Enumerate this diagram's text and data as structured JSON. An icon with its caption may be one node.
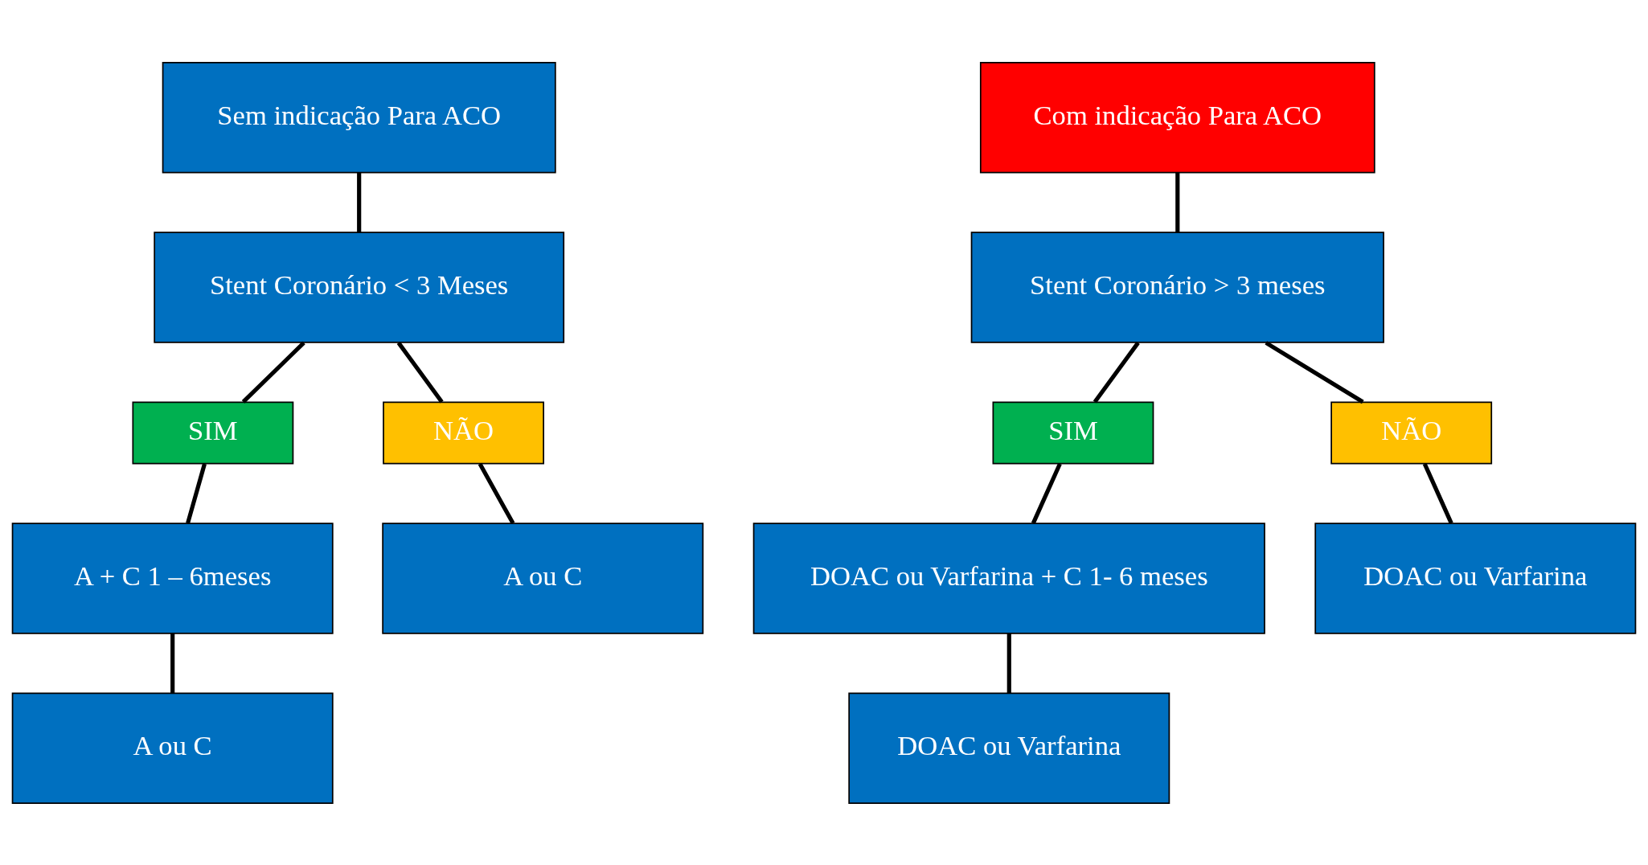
{
  "diagram": {
    "nodes": [
      {
        "text": [
          "Sem indicação Para ACO"
        ]
      },
      {
        "text": [
          "Stent Coronário < 3 Meses"
        ]
      },
      {
        "text": [
          "SIM"
        ]
      },
      {
        "text": [
          "NÃO"
        ]
      },
      {
        "text": [
          "A + C 1 – 6meses"
        ]
      },
      {
        "text": [
          "A ou C"
        ]
      },
      {
        "text": [
          "A ou C"
        ]
      },
      {
        "text": [
          "Com indicação Para ACO"
        ]
      },
      {
        "text": [
          "Stent Coronário > 3 meses"
        ]
      },
      {
        "text": [
          "SIM"
        ]
      },
      {
        "text": [
          "NÃO"
        ]
      },
      {
        "text": [
          "DOAC ou Varfarina + C 1- 6 meses"
        ]
      },
      {
        "text": [
          "DOAC ou Varfarina"
        ]
      },
      {
        "text": [
          "DOAC ou Varfarina"
        ]
      }
    ],
    "edges": [
      {
        "from": 0,
        "to": 1,
        "arrow": "none"
      },
      {
        "from": 1,
        "to": 2,
        "arrow": "none"
      },
      {
        "from": 1,
        "to": 3,
        "arrow": "none"
      },
      {
        "from": 2,
        "to": 4,
        "arrow": "none"
      },
      {
        "from": 4,
        "to": 5,
        "arrow": "none"
      },
      {
        "from": 3,
        "to": 6,
        "arrow": "none"
      },
      {
        "from": 7,
        "to": 8,
        "arrow": "none"
      },
      {
        "from": 8,
        "to": 9,
        "arrow": "none"
      },
      {
        "from": 8,
        "to": 10,
        "arrow": "none"
      },
      {
        "from": 9,
        "to": 11,
        "arrow": "none"
      },
      {
        "from": 11,
        "to": 12,
        "arrow": "none"
      },
      {
        "from": 10,
        "to": 13,
        "arrow": "none"
      }
    ]
  }
}
